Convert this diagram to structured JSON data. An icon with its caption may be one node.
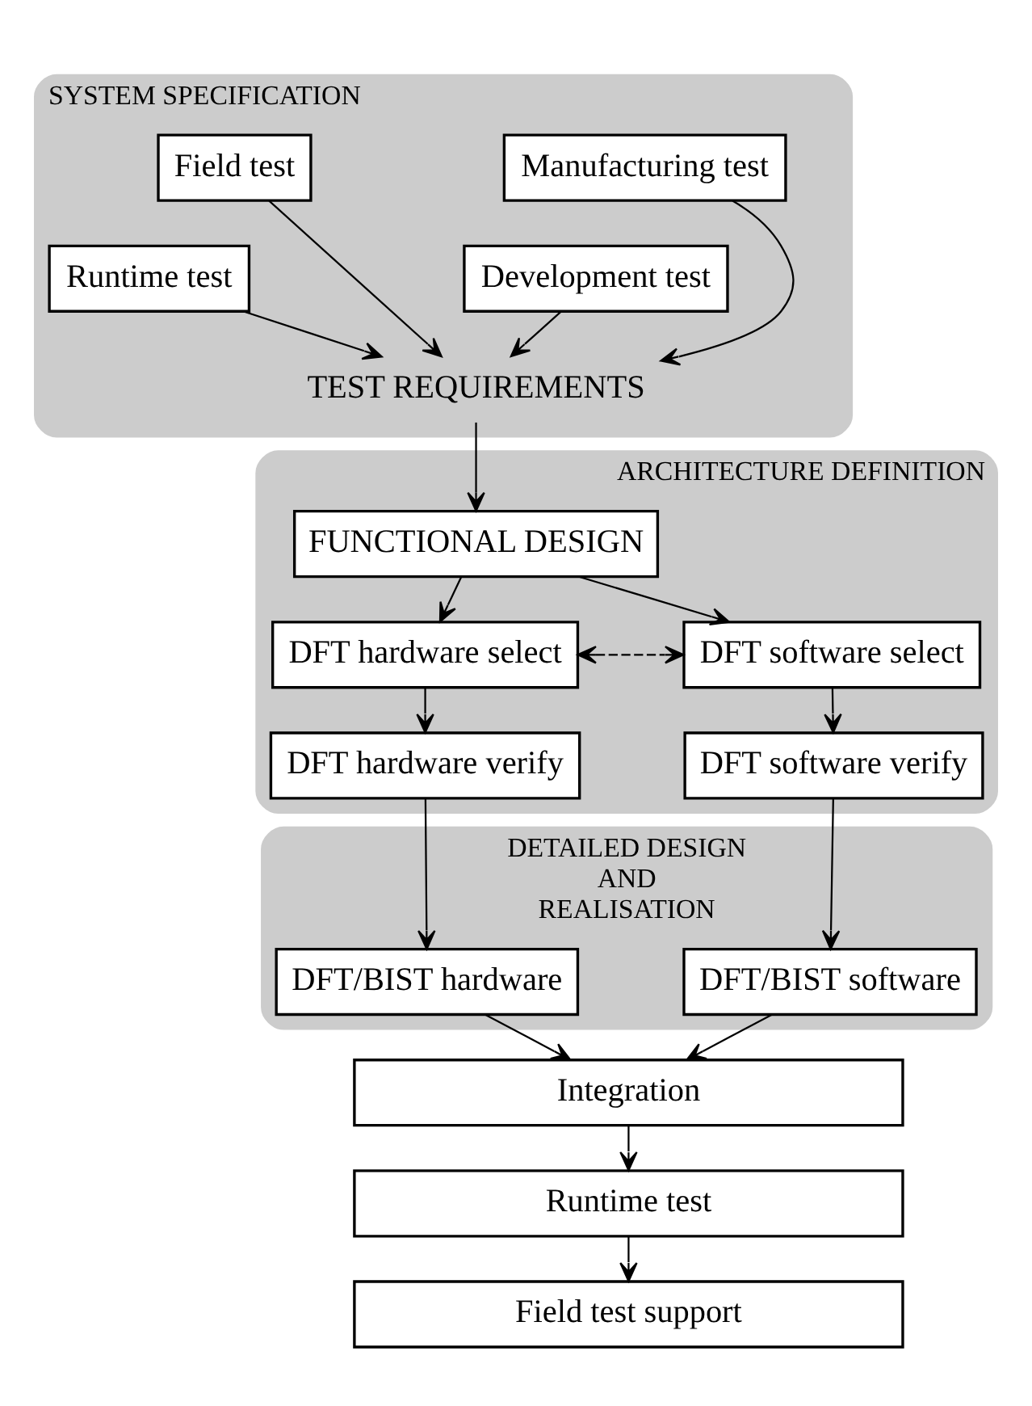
{
  "diagram": {
    "nodes": [
      {
        "text": [
          "SYSTEM SPECIFICATION"
        ]
      },
      {
        "text": [
          "Manufacturing test"
        ],
        "in": 0
      },
      {
        "text": [
          "Field test"
        ],
        "in": 0
      },
      {
        "text": [
          "Development test"
        ],
        "in": 0
      },
      {
        "text": [
          "Runtime test"
        ],
        "in": 0
      },
      {
        "text": [
          "TEST REQUIREMENTS"
        ],
        "in": 0
      },
      {
        "text": [
          "ARCHITECTURE DEFINITION"
        ]
      },
      {
        "text": [
          "FUNCTIONAL DESIGN"
        ],
        "in": 6
      },
      {
        "text": [
          "DFT hardware select"
        ],
        "in": 6
      },
      {
        "text": [
          "DFT software select"
        ],
        "in": 6
      },
      {
        "text": [
          "DFT hardware verify"
        ],
        "in": 6
      },
      {
        "text": [
          "DFT software verify"
        ],
        "in": 6
      },
      {
        "text": [
          "DETAILED DESIGN",
          "AND",
          "REALISATION"
        ]
      },
      {
        "text": [
          "DFT/BIST hardware"
        ],
        "in": 12
      },
      {
        "text": [
          "DFT/BIST software"
        ],
        "in": 12
      },
      {
        "text": [
          "Integration"
        ]
      },
      {
        "text": [
          "Runtime test"
        ]
      },
      {
        "text": [
          "Field test support"
        ]
      }
    ],
    "edges": [
      {
        "from": 3,
        "to": 5,
        "arrow": "to"
      },
      {
        "from": 1,
        "to": 5,
        "arrow": "to"
      },
      {
        "from": 4,
        "to": 5,
        "arrow": "to"
      },
      {
        "from": 2,
        "to": 5,
        "arrow": "to"
      },
      {
        "from": 5,
        "to": 7,
        "arrow": "to"
      },
      {
        "from": 7,
        "to": 8,
        "arrow": "to"
      },
      {
        "from": 7,
        "to": 9,
        "arrow": "to"
      },
      {
        "from": 8,
        "to": 9,
        "arrow": "both",
        "style": "dashed"
      },
      {
        "from": 8,
        "to": 10,
        "arrow": "to"
      },
      {
        "from": 9,
        "to": 11,
        "arrow": "to"
      },
      {
        "from": 10,
        "to": 13,
        "arrow": "to"
      },
      {
        "from": 11,
        "to": 14,
        "arrow": "to"
      },
      {
        "from": 13,
        "to": 15,
        "arrow": "to"
      },
      {
        "from": 14,
        "to": 15,
        "arrow": "to"
      },
      {
        "from": 15,
        "to": 16,
        "arrow": "to"
      },
      {
        "from": 16,
        "to": 17,
        "arrow": "to"
      }
    ]
  }
}
